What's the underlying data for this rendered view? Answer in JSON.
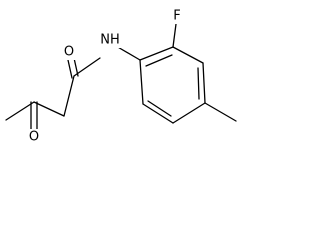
{
  "molecule": {
    "atoms": {
      "oxygen_amide": "O",
      "nitrogen": "NH",
      "fluorine": "F",
      "oxygen_ketone": "O"
    }
  }
}
